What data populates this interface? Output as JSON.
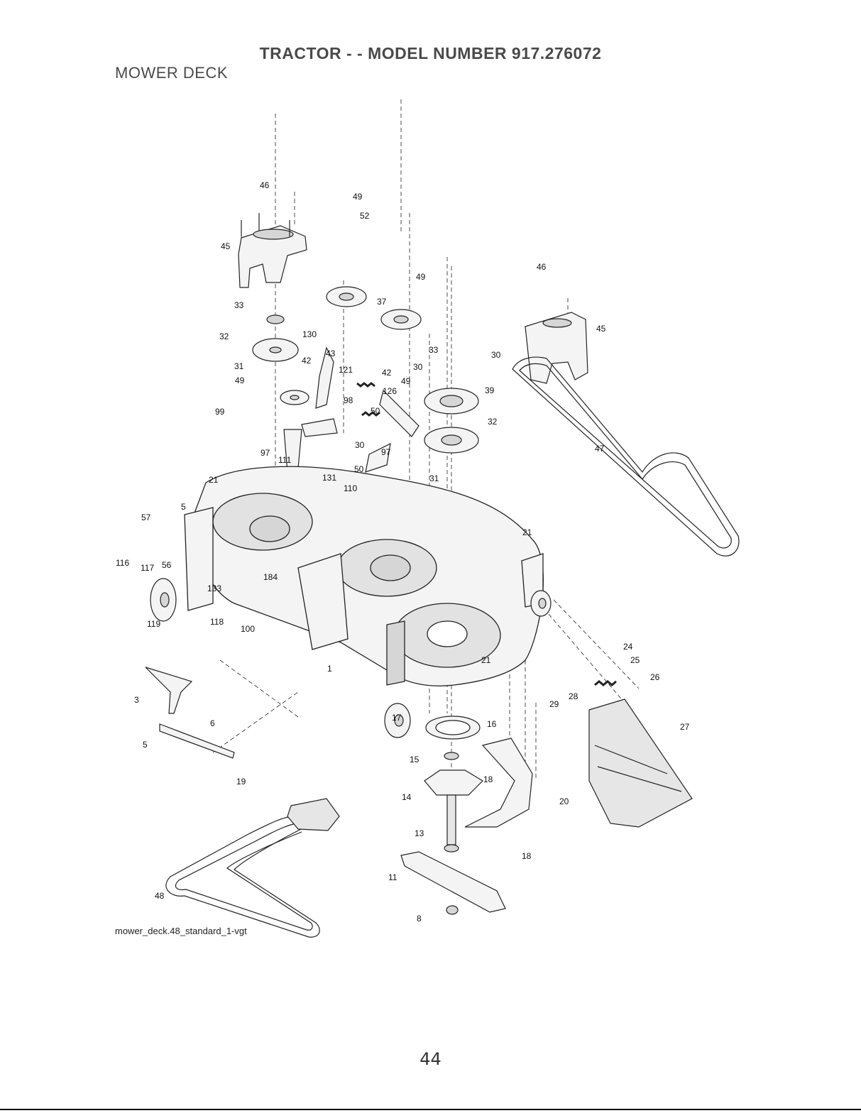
{
  "header": {
    "title": "TRACTOR - - MODEL NUMBER 917.276072",
    "subtitle": "MOWER DECK"
  },
  "figure": {
    "caption": "mower_deck.48_standard_1-vgt"
  },
  "footer": {
    "page_number": "44"
  },
  "colors": {
    "line": "#222222",
    "fill_light": "#f4f4f4",
    "fill_mid": "#d6d6d6",
    "text": "#4a4a4a"
  },
  "callouts": [
    "46",
    "45",
    "49",
    "52",
    "49",
    "37",
    "33",
    "32",
    "130",
    "43",
    "42",
    "31",
    "49",
    "121",
    "42",
    "49",
    "126",
    "33",
    "30",
    "30",
    "39",
    "98",
    "99",
    "50",
    "30",
    "97",
    "97",
    "111",
    "50",
    "131",
    "110",
    "32",
    "31",
    "46",
    "45",
    "47",
    "21",
    "5",
    "57",
    "21",
    "116",
    "117",
    "56",
    "184",
    "133",
    "119",
    "118",
    "100",
    "1",
    "21",
    "24",
    "25",
    "26",
    "3",
    "6",
    "5",
    "17",
    "16",
    "28",
    "29",
    "27",
    "15",
    "18",
    "14",
    "20",
    "13",
    "18",
    "19",
    "11",
    "48",
    "8"
  ]
}
